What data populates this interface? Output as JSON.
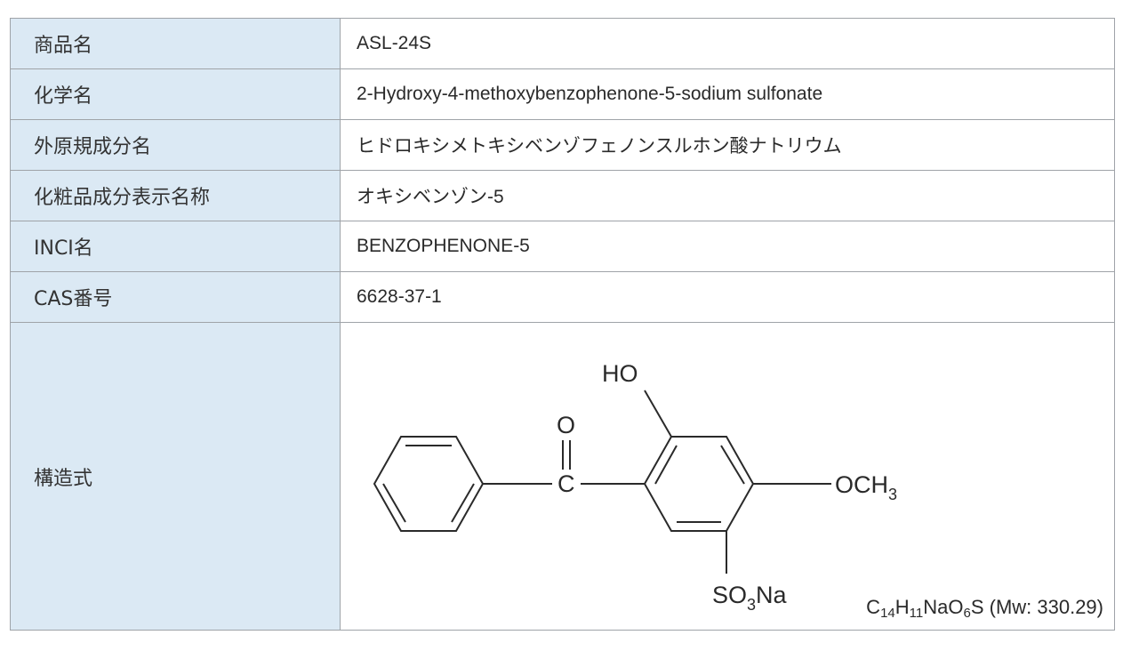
{
  "table": {
    "rows": [
      {
        "label": "商品名",
        "value": "ASL-24S"
      },
      {
        "label": "化学名",
        "value": "2-Hydroxy-4-methoxybenzophenone-5-sodium sulfonate"
      },
      {
        "label": "外原規成分名",
        "value": "ヒドロキシメトキシベンゾフェノンスルホン酸ナトリウム"
      },
      {
        "label": "化粧品成分表示名称",
        "value": "オキシベンゾン-5"
      },
      {
        "label": "INCI名",
        "value": "BENZOPHENONE-5"
      },
      {
        "label": "CAS番号",
        "value": "6628-37-1"
      }
    ],
    "structure": {
      "label": "構造式",
      "atoms": {
        "hydroxyl": "HO",
        "carbonyl_oxygen": "O",
        "carbonyl_carbon": "C",
        "methoxy": "OCH",
        "methoxy_sub": "3",
        "sulfonate_pre": "SO",
        "sulfonate_sub": "3",
        "sulfonate_post": "Na"
      },
      "formula": {
        "c": "C",
        "c_n": "14",
        "h": "H",
        "h_n": "11",
        "na_o": "NaO",
        "o_n": "6",
        "s": "S",
        "mw": " (Mw: 330.29)"
      }
    }
  },
  "colors": {
    "label_background": "#dbe9f4",
    "border": "#9fa3a8",
    "text": "#2a2a2a"
  }
}
